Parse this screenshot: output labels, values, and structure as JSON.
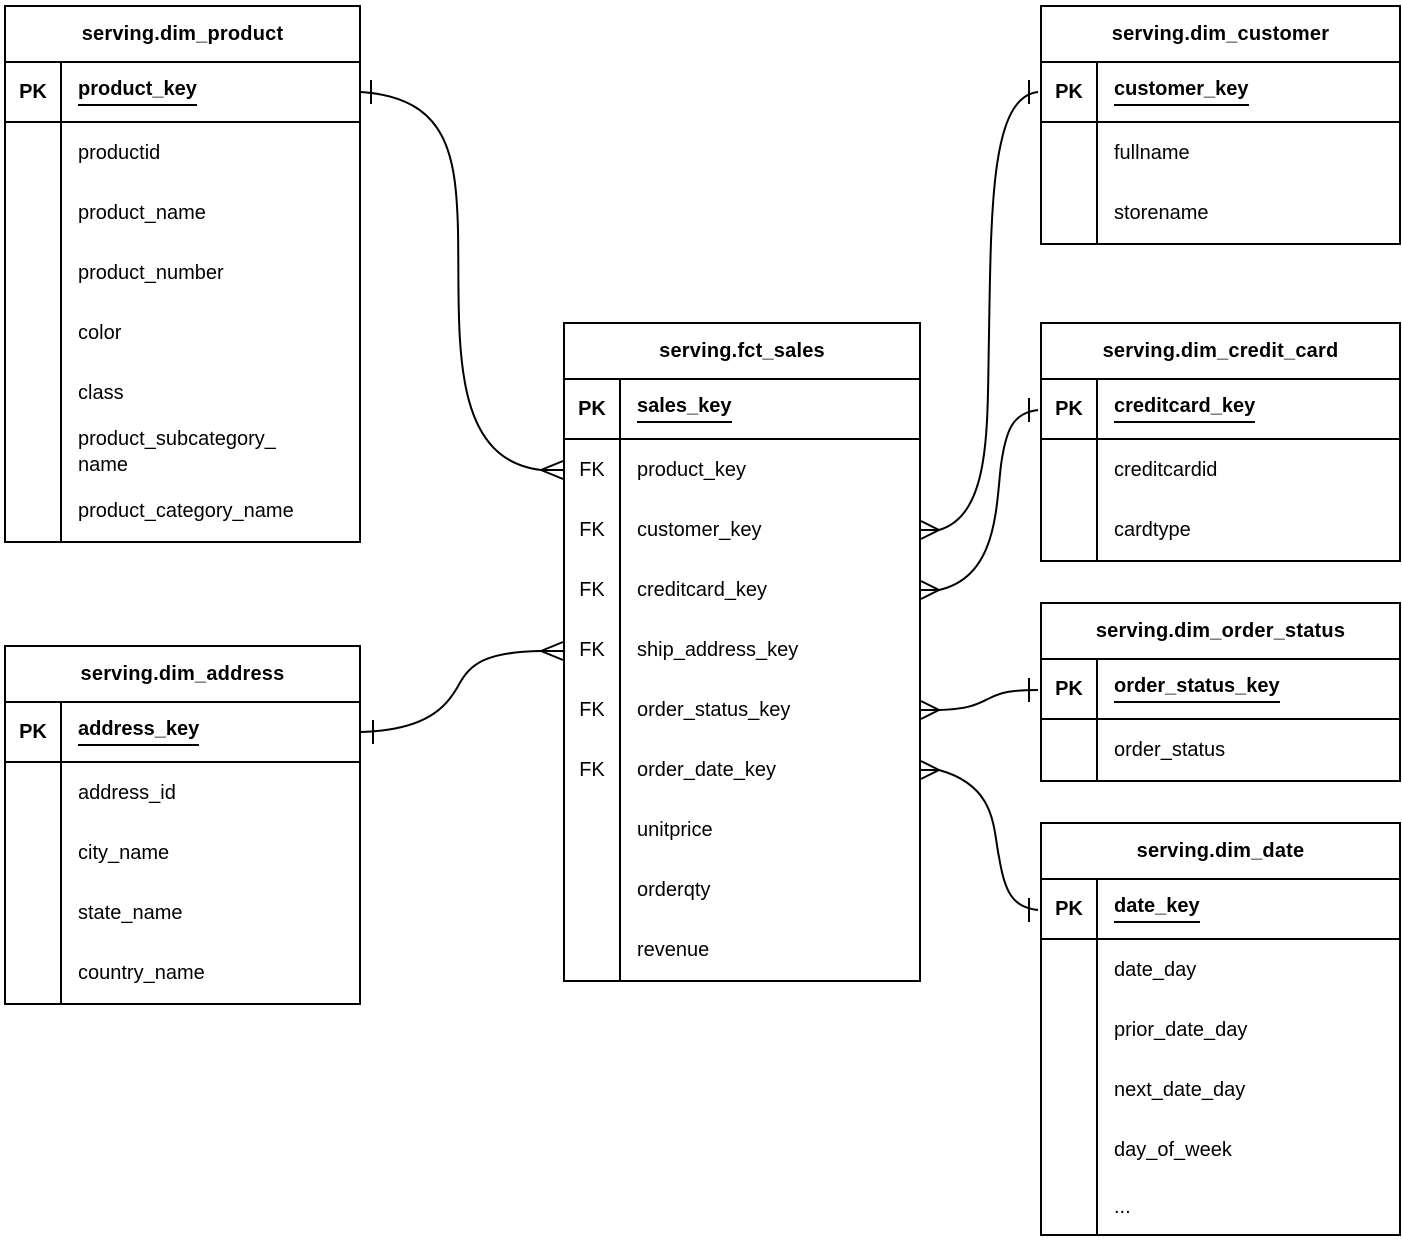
{
  "page": {
    "background_color": "#ffffff",
    "line_color": "#000000",
    "text_color": "#000000"
  },
  "tables": {
    "dim_product": {
      "title": "serving.dim_product",
      "key_header": "PK",
      "pk_field": "product_key",
      "fields": [
        "productid",
        "product_name",
        "product_number",
        "color",
        "class",
        "product_subcategory_\nname",
        "product_category_name"
      ]
    },
    "dim_address": {
      "title": "serving.dim_address",
      "key_header": "PK",
      "pk_field": "address_key",
      "fields": [
        "address_id",
        "city_name",
        "state_name",
        "country_name"
      ]
    },
    "fct_sales": {
      "title": "serving.fct_sales",
      "key_header": "PK",
      "pk_field": "sales_key",
      "fk_label": "FK",
      "fk_fields": [
        "product_key",
        "customer_key",
        "creditcard_key",
        "ship_address_key",
        "order_status_key",
        "order_date_key"
      ],
      "measure_fields": [
        "unitprice",
        "orderqty",
        "revenue"
      ]
    },
    "dim_customer": {
      "title": "serving.dim_customer",
      "key_header": "PK",
      "pk_field": "customer_key",
      "fields": [
        "fullname",
        "storename"
      ]
    },
    "dim_credit_card": {
      "title": "serving.dim_credit_card",
      "key_header": "PK",
      "pk_field": "creditcard_key",
      "fields": [
        "creditcardid",
        "cardtype"
      ]
    },
    "dim_order_status": {
      "title": "serving.dim_order_status",
      "key_header": "PK",
      "pk_field": "order_status_key",
      "fields": [
        "order_status"
      ]
    },
    "dim_date": {
      "title": "serving.dim_date",
      "key_header": "PK",
      "pk_field": "date_key",
      "fields": [
        "date_day",
        "prior_date_day",
        "next_date_day",
        "day_of_week",
        "..."
      ]
    }
  },
  "relationships": [
    {
      "one_end": "serving.dim_product.product_key",
      "many_end": "serving.fct_sales.product_key",
      "notation": "one-to-many crow's foot"
    },
    {
      "one_end": "serving.dim_address.address_key",
      "many_end": "serving.fct_sales.ship_address_key",
      "notation": "one-to-many crow's foot"
    },
    {
      "one_end": "serving.dim_customer.customer_key",
      "many_end": "serving.fct_sales.customer_key",
      "notation": "one-to-many crow's foot"
    },
    {
      "one_end": "serving.dim_credit_card.creditcard_key",
      "many_end": "serving.fct_sales.creditcard_key",
      "notation": "one-to-many crow's foot"
    },
    {
      "one_end": "serving.dim_order_status.order_status_key",
      "many_end": "serving.fct_sales.order_status_key",
      "notation": "one-to-many crow's foot"
    },
    {
      "one_end": "serving.dim_date.date_key",
      "many_end": "serving.fct_sales.order_date_key",
      "notation": "one-to-many crow's foot"
    }
  ]
}
